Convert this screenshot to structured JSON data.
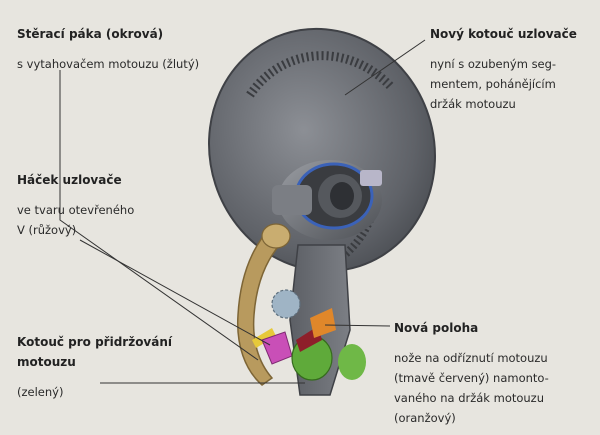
{
  "labels": {
    "wiper": {
      "title": "Stěrací páka (okrová)",
      "body": [
        "s vytahovačem motouzu (žlutý)"
      ]
    },
    "hook": {
      "title": "Háček uzlovače",
      "body": [
        "ve tvaru otevřeného",
        "V (růžový)"
      ]
    },
    "disc": {
      "title": [
        "Kotouč pro přidržování",
        "motouzu"
      ],
      "body": [
        "(zelený)"
      ]
    },
    "knot": {
      "title": "Nový kotouč uzlovače",
      "body": [
        "nyní s ozubeným seg-",
        "mentem, pohánějícím",
        "držák motouzu"
      ]
    },
    "newpos": {
      "title": "Nová poloha",
      "body": [
        "nože na odříznutí motouzu",
        "(tmavě červený) namonto-",
        "vaného na držák motouzu",
        "(oranžový)"
      ]
    }
  },
  "colors": {
    "background": "#e7e5df",
    "housing": "#6a6d73",
    "ochre": "#b89a5e",
    "yellow": "#e6c93a",
    "pink": "#c94fb7",
    "green": "#5faa3a",
    "darkred": "#8e1f2a",
    "orange": "#e0872a",
    "blue": "#3b62b8",
    "leader": "#333333"
  }
}
